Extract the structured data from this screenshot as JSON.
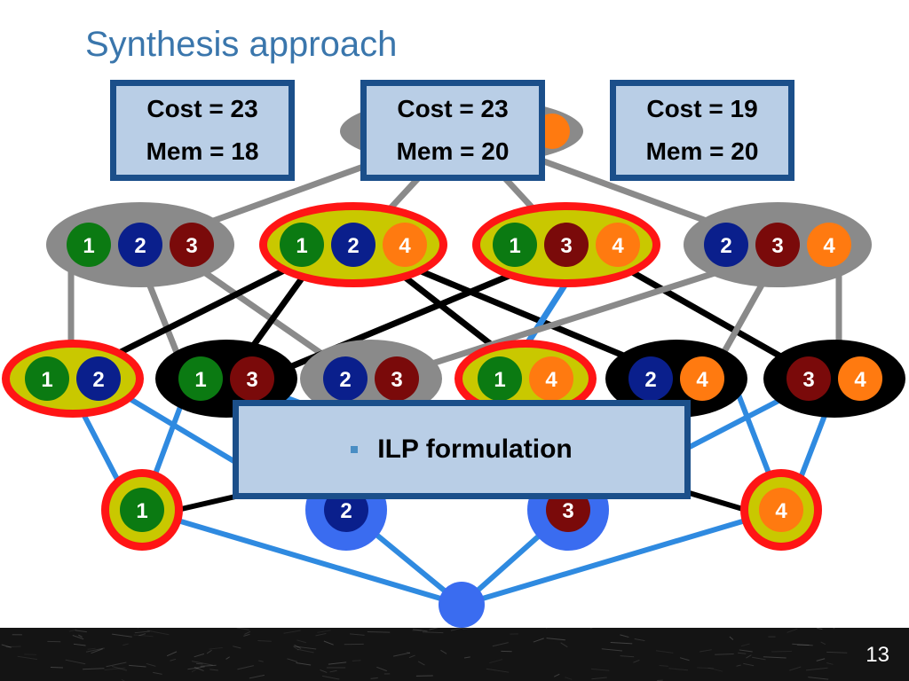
{
  "title": "Synthesis approach",
  "cost_boxes": [
    {
      "cost": "Cost = 23",
      "mem": "Mem = 18"
    },
    {
      "cost": "Cost = 23",
      "mem": "Mem = 20"
    },
    {
      "cost": "Cost = 19",
      "mem": "Mem = 20"
    }
  ],
  "ilp_label": "ILP formulation",
  "page_number": "13",
  "colors": {
    "node_1": "#0b7a12",
    "node_2": "#0a1f8c",
    "node_3": "#7a0a0a",
    "node_4": "#ff7a10",
    "selected_fill": "#c9c800",
    "selected_ring": "#ff1515",
    "gray_group": "#8a8a8a",
    "black_group": "#000000",
    "edge_blue": "#2f8ae0",
    "edge_gray": "#8a8a8a",
    "edge_black": "#000000",
    "root_node": "#3a6cf0"
  },
  "nodes": {
    "level3": [
      {
        "items": [
          "1",
          "2",
          "3"
        ],
        "style": "gray"
      },
      {
        "items": [
          "1",
          "2",
          "4"
        ],
        "style": "selected"
      },
      {
        "items": [
          "1",
          "3",
          "4"
        ],
        "style": "selected"
      },
      {
        "items": [
          "2",
          "3",
          "4"
        ],
        "style": "gray"
      }
    ],
    "level2": [
      {
        "items": [
          "1",
          "2"
        ],
        "style": "selected"
      },
      {
        "items": [
          "1",
          "3"
        ],
        "style": "black"
      },
      {
        "items": [
          "2",
          "3"
        ],
        "style": "gray"
      },
      {
        "items": [
          "1",
          "4"
        ],
        "style": "selected"
      },
      {
        "items": [
          "2",
          "4"
        ],
        "style": "black"
      },
      {
        "items": [
          "3",
          "4"
        ],
        "style": "black"
      }
    ],
    "level1": [
      {
        "items": [
          "1"
        ],
        "style": "selected"
      },
      {
        "items": [
          "2"
        ],
        "style": "blue"
      },
      {
        "items": [
          "3"
        ],
        "style": "blue"
      },
      {
        "items": [
          "4"
        ],
        "style": "selected"
      }
    ]
  }
}
